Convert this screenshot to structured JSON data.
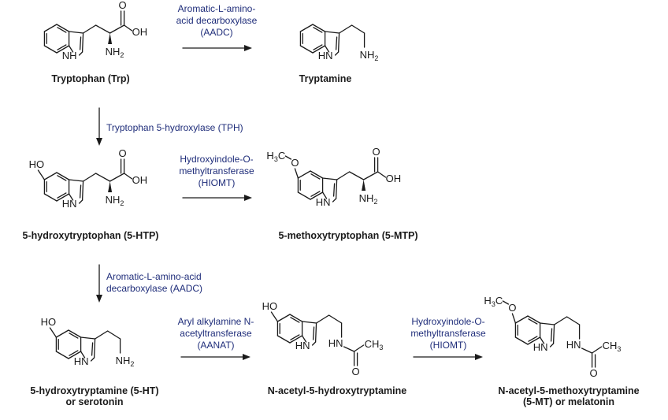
{
  "title": "Tryptophan metabolism pathway to serotonin and melatonin",
  "colors": {
    "enzyme_text": "#1f2d7a",
    "structure": "#1a1a1a",
    "background": "#ffffff"
  },
  "compounds": [
    {
      "id": "trp",
      "name_lines": [
        "Tryptophan (Trp)"
      ],
      "ring_sub": "none",
      "chain": "amino-acid"
    },
    {
      "id": "tryptamine",
      "name_lines": [
        "Tryptamine"
      ],
      "ring_sub": "none",
      "chain": "ethylamine"
    },
    {
      "id": "5htp",
      "name_lines": [
        "5-hydroxytryptophan (5-HTP)"
      ],
      "ring_sub": "HO",
      "chain": "amino-acid"
    },
    {
      "id": "5mtp",
      "name_lines": [
        "5-methoxytryptophan (5-MTP)"
      ],
      "ring_sub": "H3CO",
      "chain": "amino-acid"
    },
    {
      "id": "5ht",
      "name_lines": [
        "5-hydroxytryptamine (5-HT)",
        "or serotonin"
      ],
      "ring_sub": "HO",
      "chain": "ethylamine"
    },
    {
      "id": "nas",
      "name_lines": [
        "N-acetyl-5-hydroxytryptamine"
      ],
      "ring_sub": "HO",
      "chain": "acetamide"
    },
    {
      "id": "mel",
      "name_lines": [
        "N-acetyl-5-methoxytryptamine",
        "(5-MT) or melatonin"
      ],
      "ring_sub": "H3CO",
      "chain": "acetamide"
    }
  ],
  "atom_labels": {
    "nh": "NH",
    "hn": "HN",
    "nh2_main": "NH",
    "nh2_sub": "2",
    "o": "O",
    "oh": "OH",
    "ho": "HO",
    "h3c_h": "H",
    "h3c_sub": "3",
    "h3c_c": "C",
    "ch3_c": "CH",
    "ch3_sub": "3"
  },
  "reactions": [
    {
      "from": "trp",
      "to": "tryptamine",
      "direction": "right",
      "enzyme_lines": [
        "Aromatic-L-amino-",
        "acid decarboxylase",
        "(AADC)"
      ]
    },
    {
      "from": "trp",
      "to": "5htp",
      "direction": "down",
      "enzyme_lines": [
        "Tryptophan 5-hydroxylase (TPH)"
      ]
    },
    {
      "from": "5htp",
      "to": "5mtp",
      "direction": "right",
      "enzyme_lines": [
        "Hydroxyindole-O-",
        "methyltransferase",
        "(HIOMT)"
      ]
    },
    {
      "from": "5htp",
      "to": "5ht",
      "direction": "down",
      "enzyme_lines": [
        "Aromatic-L-amino-acid",
        "decarboxylase (AADC)"
      ]
    },
    {
      "from": "5ht",
      "to": "nas",
      "direction": "right",
      "enzyme_lines": [
        "Aryl alkylamine N-",
        "acetyltransferase",
        "(AANAT)"
      ]
    },
    {
      "from": "nas",
      "to": "mel",
      "direction": "right",
      "enzyme_lines": [
        "Hydroxyindole-O-",
        "methyltransferase",
        "(HIOMT)"
      ]
    }
  ]
}
